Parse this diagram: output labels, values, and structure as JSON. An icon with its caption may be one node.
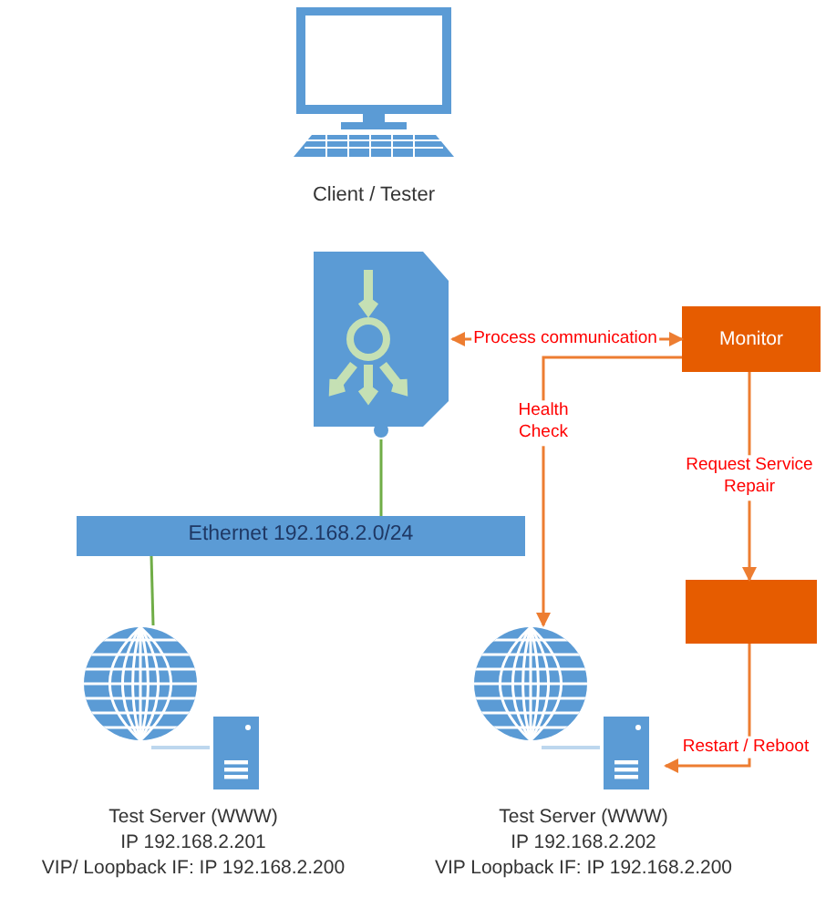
{
  "diagram": {
    "nodes": [
      {
        "text": [
          "Client / Tester"
        ]
      },
      {
        "text": [],
        "shape": "picture"
      },
      {
        "text": [
          "Monitor"
        ]
      },
      {
        "text": [
          "Ethernet 192.168.2.0/24"
        ]
      },
      {
        "text": [],
        "shape": "box"
      },
      {
        "text": [
          "Test Server (WWW)",
          "IP 192.168.2.201",
          "VIP/ Loopback IF: IP 192.168.2.200"
        ]
      },
      {
        "text": [
          "Test Server (WWW)",
          "IP 192.168.2.202",
          "VIP Loopback IF: IP 192.168.2.200"
        ]
      }
    ],
    "edges": [
      {
        "from": 1,
        "to": 2,
        "arrow": "both",
        "label": "Process communication"
      },
      {
        "from": 1,
        "to": 3,
        "arrow": "none",
        "color": "#70ad47"
      },
      {
        "from": 3,
        "to": 5,
        "arrow": "none",
        "color": "#70ad47"
      },
      {
        "from": 2,
        "to": 6,
        "arrow": "to",
        "label": "Health Check"
      },
      {
        "from": 2,
        "to": 4,
        "arrow": "to",
        "label": "Request Service Repair"
      },
      {
        "from": 4,
        "to": 6,
        "arrow": "to",
        "label": "Restart / Reboot"
      }
    ]
  }
}
